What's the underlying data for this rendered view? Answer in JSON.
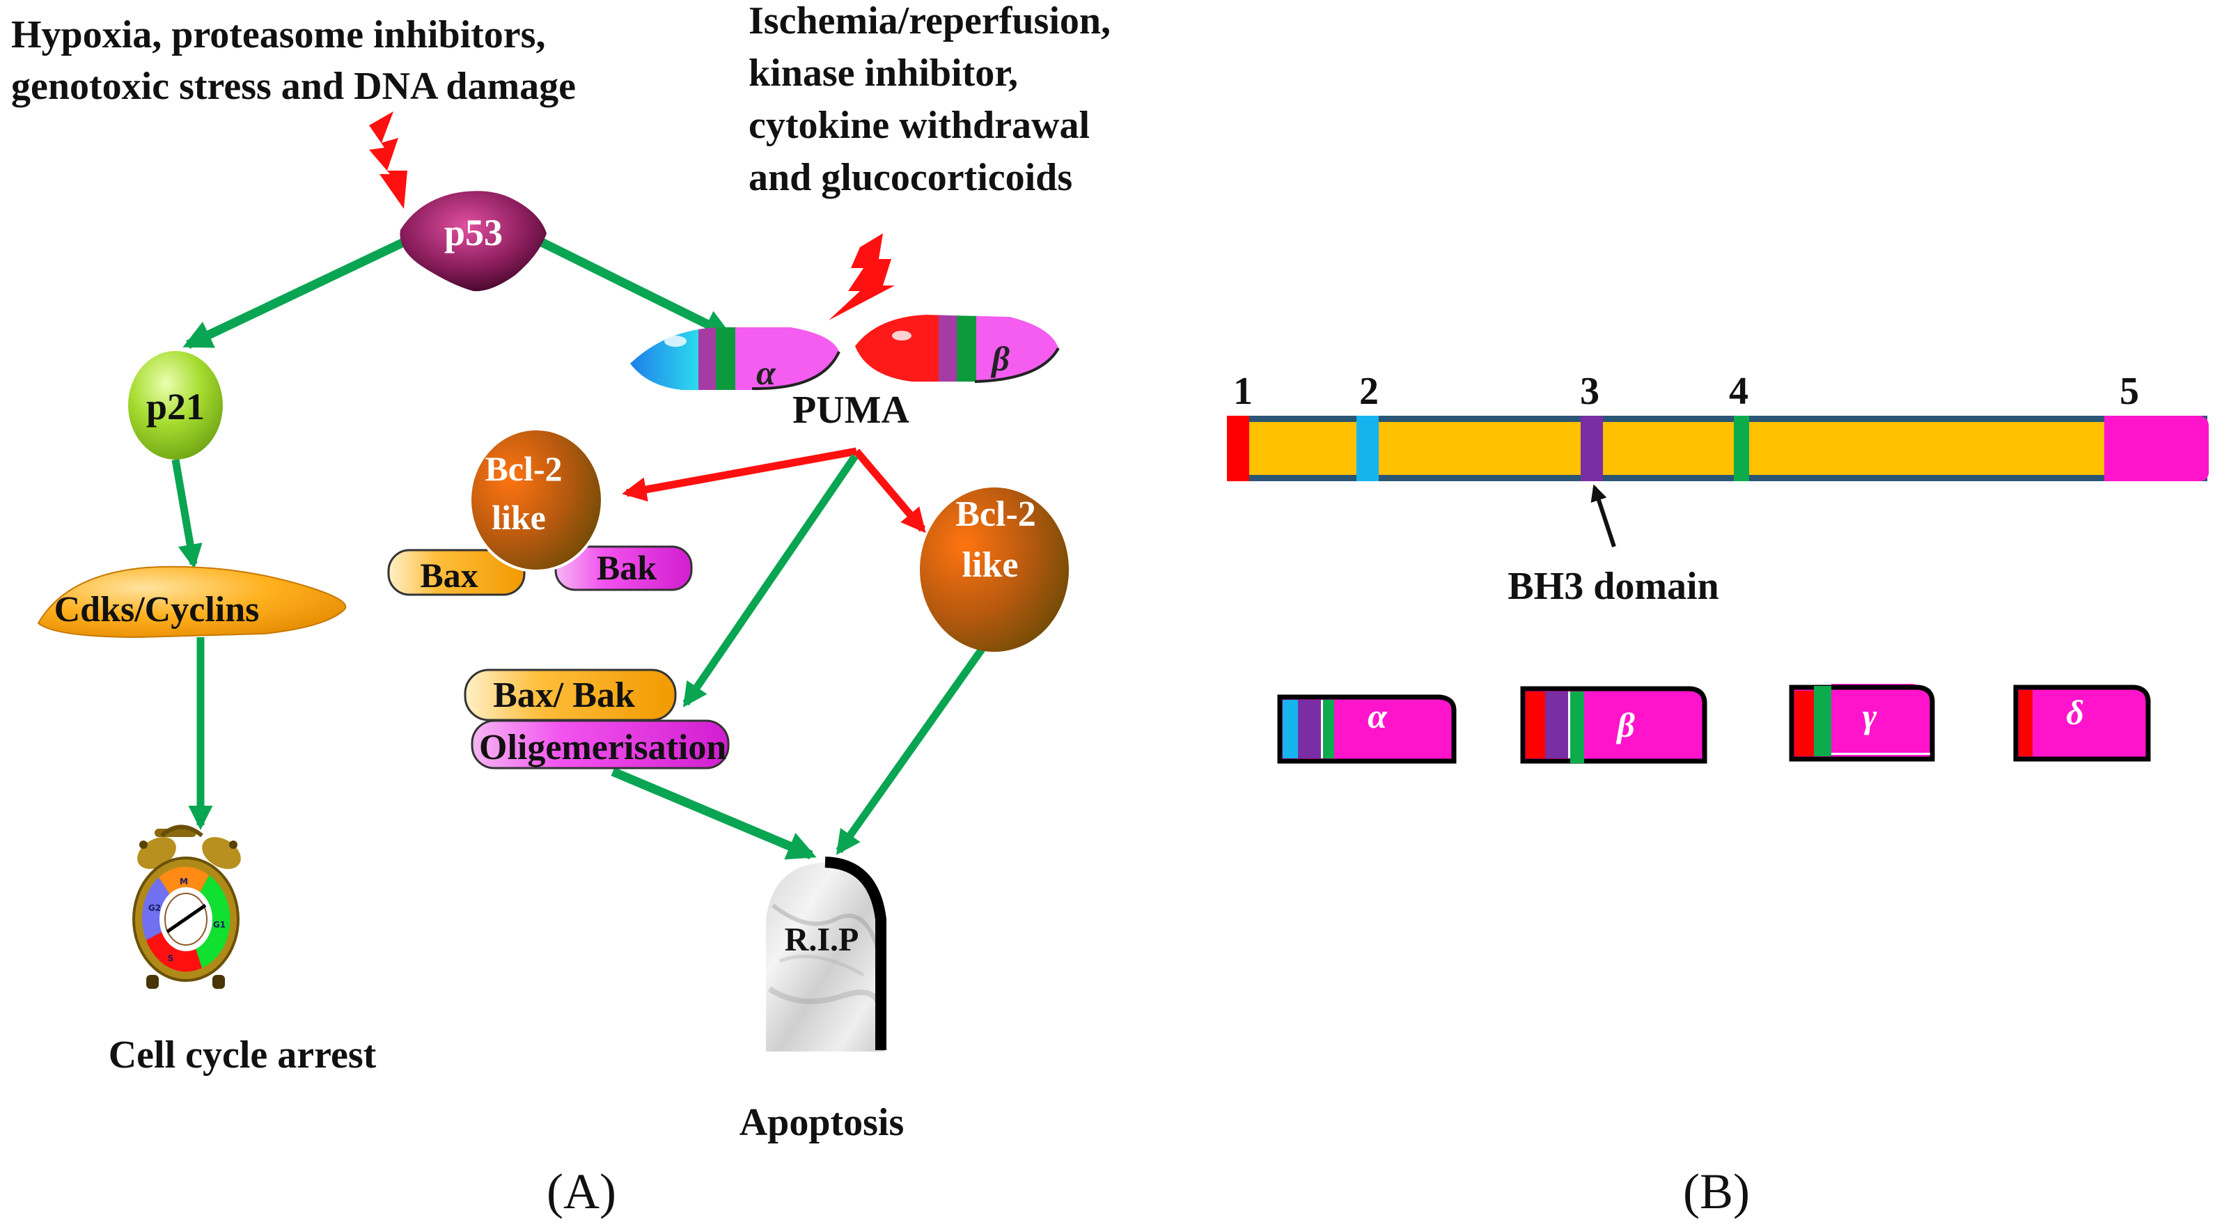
{
  "figure": {
    "panel_a": {
      "label": "(A)",
      "stimulus_left": [
        "Hypoxia, proteasome inhibitors,",
        "genotoxic stress and DNA damage"
      ],
      "stimulus_right": [
        "Ischemia/reperfusion,",
        "kinase inhibitor,",
        "cytokine withdrawal",
        "and glucocorticoids"
      ],
      "nodes": {
        "p53": "p53",
        "puma": "PUMA",
        "puma_alpha": "α",
        "puma_beta": "β",
        "p21": "p21",
        "cdks": "Cdks/Cyclins",
        "bcl2_left": [
          "Bcl-2",
          "like"
        ],
        "bax": "Bax",
        "bak": "Bak",
        "bcl2_right": [
          "Bcl-2",
          "like"
        ],
        "bax_bak": "Bax/ Bak",
        "oligo": "Oligemerisation",
        "rip": "R.I.P",
        "clock_phases": [
          "M",
          "G1",
          "S",
          "G2"
        ]
      },
      "outcomes": {
        "cell_cycle_arrest": "Cell cycle arrest",
        "apoptosis": "Apoptosis"
      },
      "edges": [
        {
          "from": "stress",
          "to": "p53",
          "type": "activation-lightning"
        },
        {
          "from": "p53",
          "to": "p21",
          "type": "activation"
        },
        {
          "from": "p53",
          "to": "PUMA",
          "type": "activation"
        },
        {
          "from": "stress",
          "to": "PUMA",
          "type": "activation-lightning"
        },
        {
          "from": "p21",
          "to": "Cdks/Cyclins",
          "type": "activation"
        },
        {
          "from": "Cdks/Cyclins",
          "to": "Cell cycle arrest",
          "type": "activation"
        },
        {
          "from": "PUMA",
          "to": "Bcl-2 like (Bax/Bak complex)",
          "type": "inhibition"
        },
        {
          "from": "PUMA",
          "to": "Bcl-2 like",
          "type": "inhibition"
        },
        {
          "from": "PUMA",
          "to": "Bax/Bak Oligemerisation",
          "type": "activation"
        },
        {
          "from": "Bax/Bak Oligemerisation",
          "to": "Apoptosis",
          "type": "activation"
        },
        {
          "from": "Bcl-2 like",
          "to": "Apoptosis",
          "type": "activation"
        }
      ]
    },
    "panel_b": {
      "label": "(B)",
      "exon_numbers": [
        "1",
        "2",
        "3",
        "4",
        "5"
      ],
      "annotation": "BH3 domain",
      "isoforms": [
        {
          "name": "α",
          "segments": [
            "blue",
            "purple",
            "green",
            "magenta"
          ]
        },
        {
          "name": "β",
          "segments": [
            "red",
            "purple",
            "green",
            "magenta"
          ]
        },
        {
          "name": "γ",
          "segments": [
            "red",
            "green",
            "magenta"
          ]
        },
        {
          "name": "δ",
          "segments": [
            "red",
            "magenta"
          ]
        }
      ]
    },
    "colors": {
      "activation": "#0aa552",
      "inhibition": "#ff1010",
      "p53": "#8a1d5c",
      "p21": "#9fd52a",
      "cdks": "#ffad1f",
      "bcl2": "#b75a10",
      "bax": "#ffb733",
      "bak": "#f253ee",
      "exon1": "#ff0000",
      "exon2": "#16b4ef",
      "exon3": "#7a2ea3",
      "exon4": "#0cac4c",
      "exon5": "#ff14cc",
      "gene_body": "#ffc000",
      "gene_border": "#2b5575"
    }
  }
}
